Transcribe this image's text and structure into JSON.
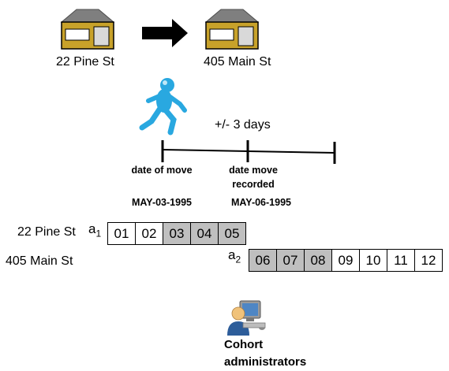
{
  "houses": {
    "from_label": "22 Pine St",
    "to_label": "405 Main St"
  },
  "timeline": {
    "window_label": "+/- 3 days",
    "move_label": "date of move",
    "recorded_label": "date move recorded",
    "move_date": "MAY-03-1995",
    "recorded_date": "MAY-06-1995"
  },
  "rows": {
    "pine": {
      "label": "22 Pine St",
      "marker": "a",
      "marker_sub": "1",
      "cells": [
        {
          "text": "01",
          "shade": "white"
        },
        {
          "text": "02",
          "shade": "white"
        },
        {
          "text": "03",
          "shade": "gray"
        },
        {
          "text": "04",
          "shade": "gray"
        },
        {
          "text": "05",
          "shade": "gray"
        }
      ]
    },
    "main": {
      "label": "405 Main St",
      "marker": "a",
      "marker_sub": "2",
      "cells": [
        {
          "text": "06",
          "shade": "gray"
        },
        {
          "text": "07",
          "shade": "gray"
        },
        {
          "text": "08",
          "shade": "gray"
        },
        {
          "text": "09",
          "shade": "white"
        },
        {
          "text": "10",
          "shade": "white"
        },
        {
          "text": "11",
          "shade": "white"
        },
        {
          "text": "12",
          "shade": "white"
        }
      ]
    }
  },
  "admin": {
    "label": "Cohort administrators"
  },
  "colors": {
    "house_body": "#c8a22a",
    "house_roof": "#7f7f7f",
    "house_door": "#d9d9d9",
    "runner": "#29a8e0",
    "shaded_cell": "#bfbfbf"
  }
}
